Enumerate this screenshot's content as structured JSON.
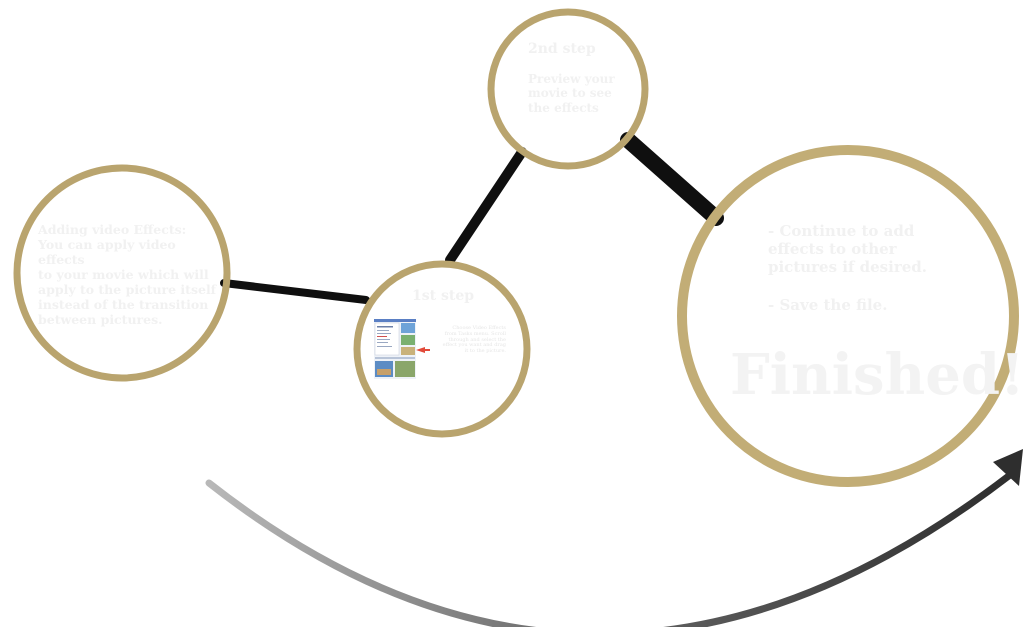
{
  "colors": {
    "ring": "#b9a46e",
    "connector": "#0f0f0f",
    "arrow": "#3c3c3c",
    "text": "#f1f1f1"
  },
  "circle_intro": {
    "title": "Adding video Effects:",
    "body_lines": [
      "You can apply video effects",
      "to your movie which will",
      "apply to the picture itself",
      "instead of the transition",
      "between pictures."
    ]
  },
  "circle_step2": {
    "title": "2nd step",
    "body": "Preview your movie to see the effects"
  },
  "circle_step1": {
    "title": "1st step",
    "note": "Choose Video Effects from Tasks menu. Scroll through and select the effect you want and drag it to the picture."
  },
  "circle_finish": {
    "items": [
      "- Continue to add effects to other pictures if desired.",
      "- Save the file."
    ],
    "finished_label": "Finished!"
  },
  "icons": {
    "screenshot": "movie-maker-screenshot-icon",
    "arrow": "curved-arrow-icon"
  }
}
